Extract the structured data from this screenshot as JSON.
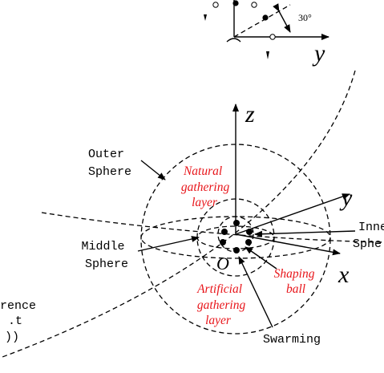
{
  "labels": {
    "outer_sphere": [
      "Outer",
      "Sphere"
    ],
    "middle_sphere": [
      "Middle",
      "Sphere"
    ],
    "inner_sphere": [
      "Inne",
      "Sphe"
    ],
    "natural_layer": [
      "Natural",
      "gathering",
      "layer"
    ],
    "artificial_layer": [
      "Artificial",
      "gathering",
      "layer"
    ],
    "shaping_ball": [
      "Shaping",
      "ball"
    ],
    "swarming": "Swarming",
    "reference_fragment": [
      "rence",
      ".t",
      "))"
    ],
    "angle": "30°",
    "origin": "O",
    "axis_x": "x",
    "axis_y": "y",
    "axis_z": "z",
    "top_axis_y": "y"
  },
  "colors": {
    "ink": "#000000",
    "accent_red": "#e8161b"
  }
}
